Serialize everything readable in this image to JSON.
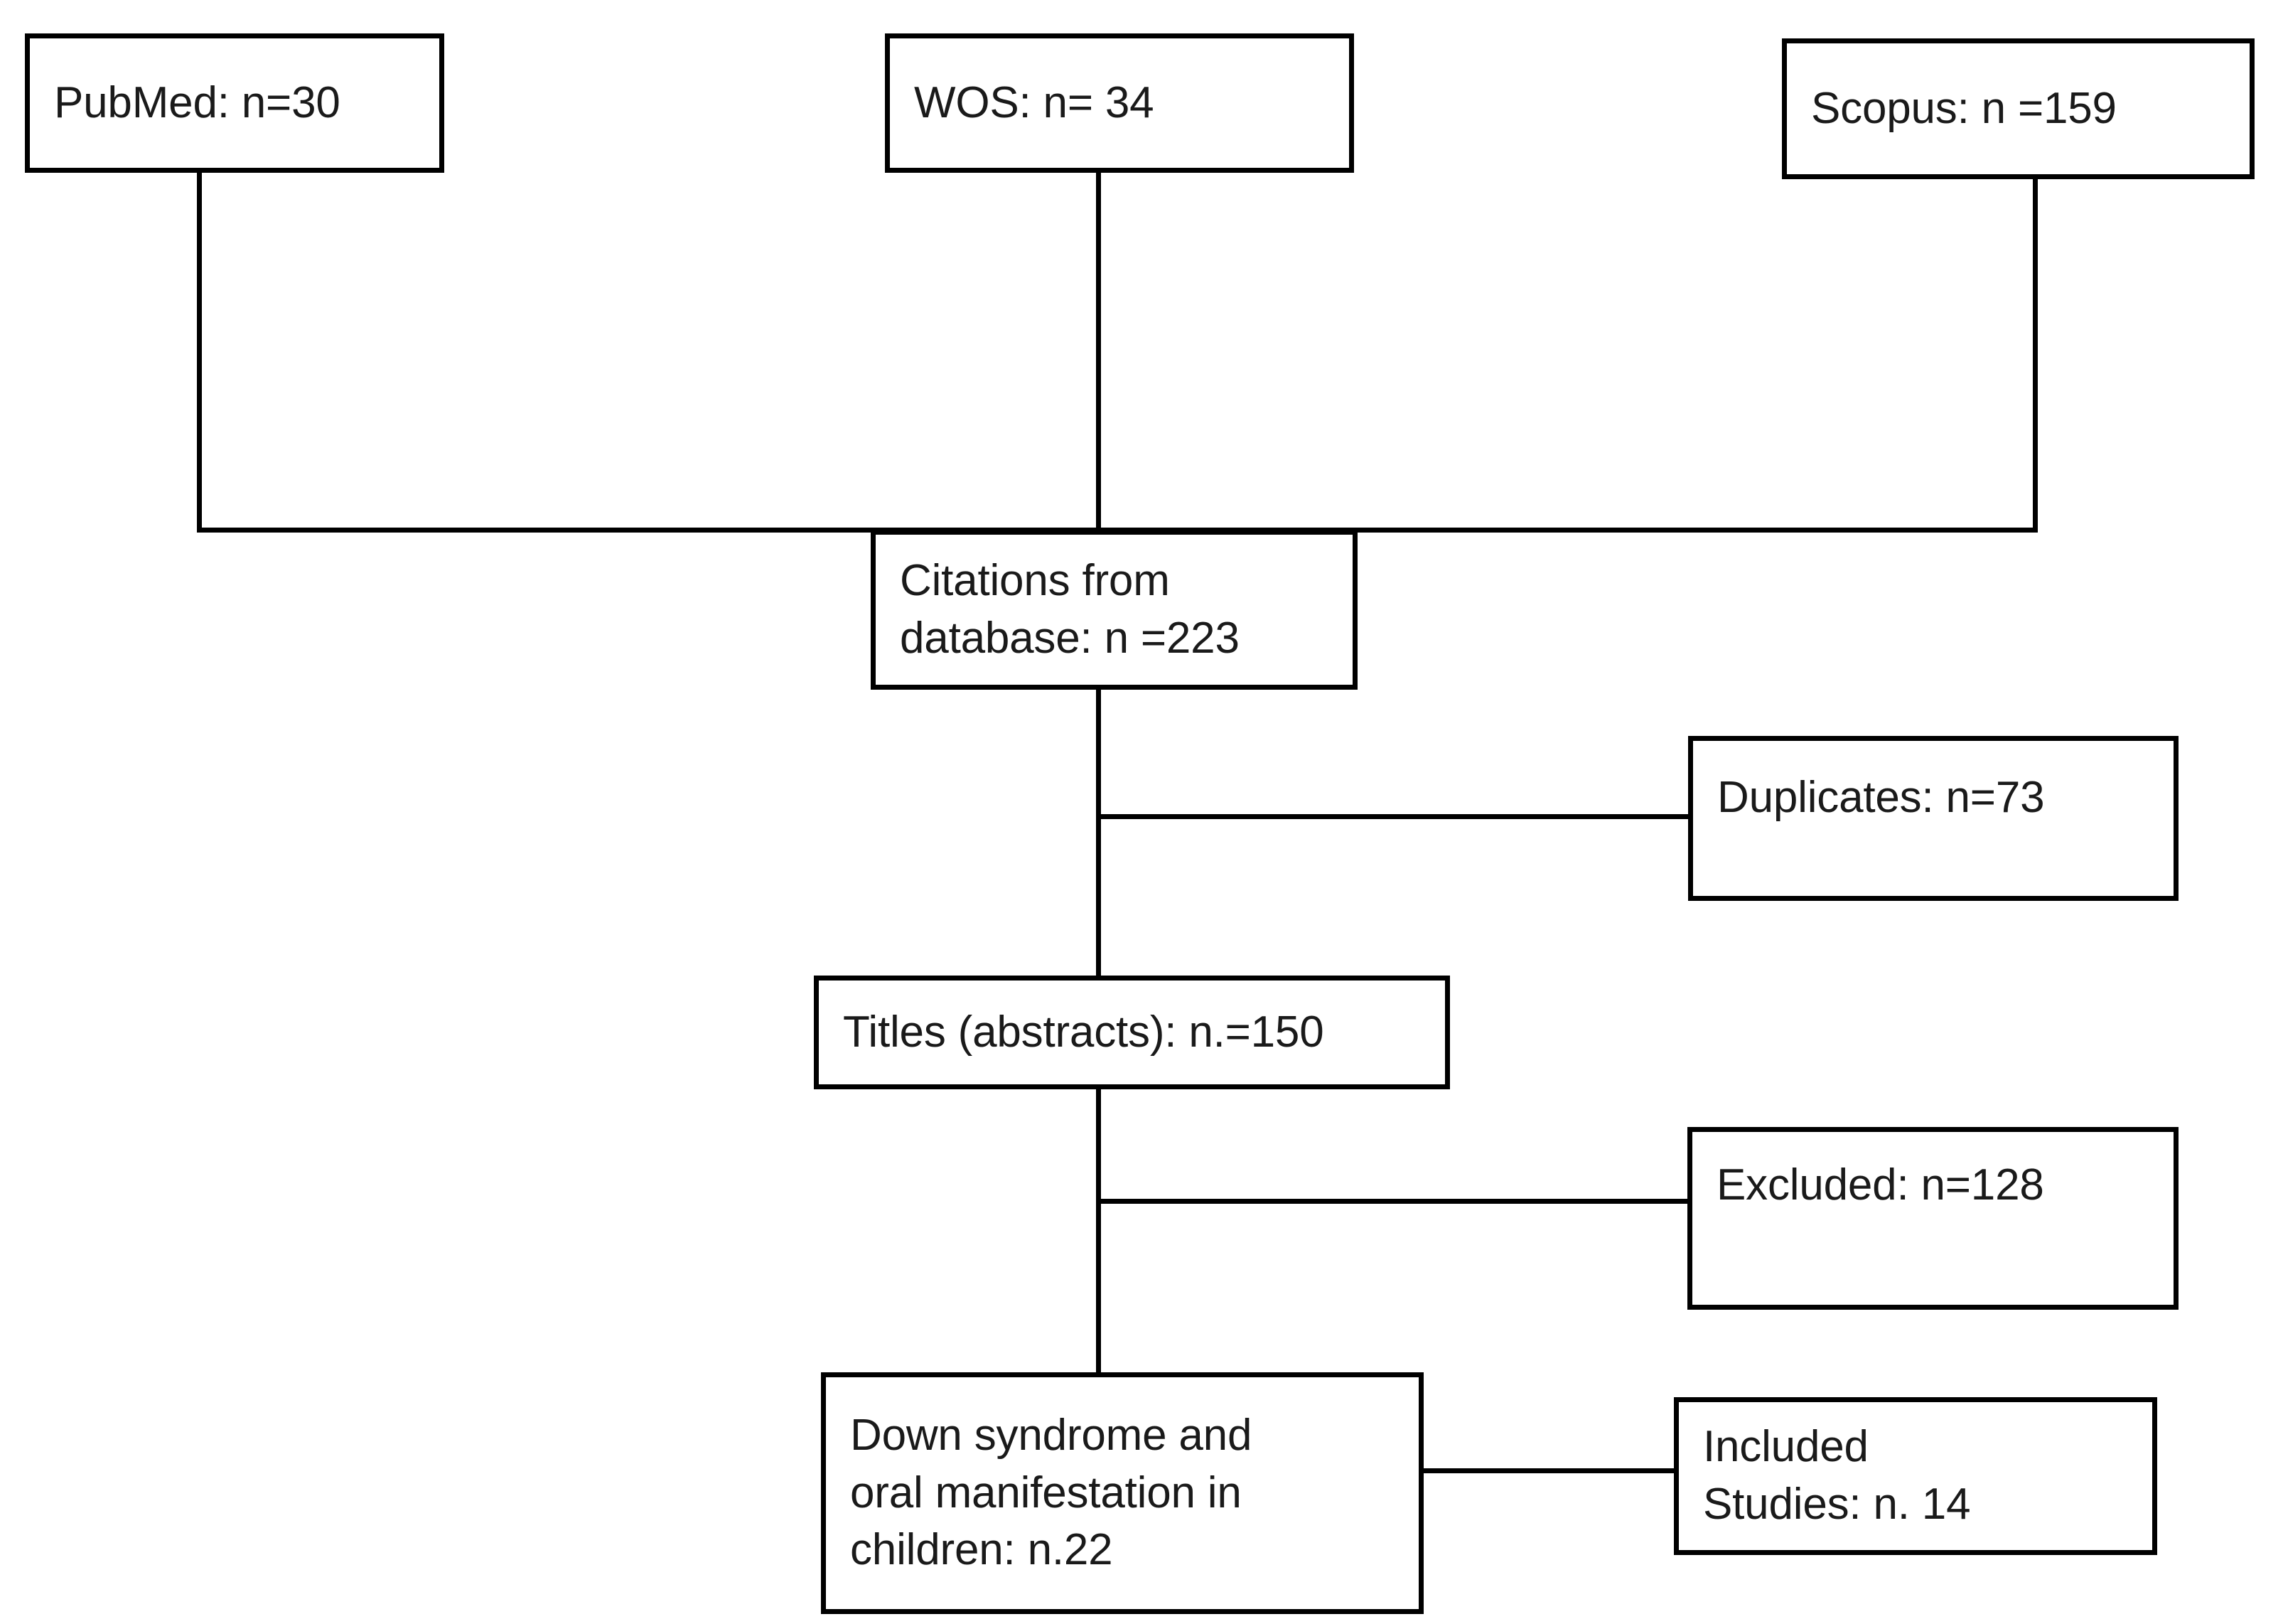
{
  "diagram": {
    "type": "prisma-flow-diagram",
    "title": "",
    "orientation": "top-down",
    "nodes": [
      {
        "id": "pubmed",
        "name": "pubmed-source-box",
        "lines": [
          "PubMed: n=30"
        ],
        "source": "PubMed",
        "count": 30
      },
      {
        "id": "wos",
        "name": "wos-source-box",
        "lines": [
          "WOS: n= 34"
        ],
        "source": "WOS",
        "count": 34
      },
      {
        "id": "scopus",
        "name": "scopus-source-box",
        "lines": [
          "Scopus: n =159"
        ],
        "source": "Scopus",
        "count": 159
      },
      {
        "id": "citations",
        "name": "citations-from-database-box",
        "lines": [
          "Citations from",
          "database: n =223"
        ],
        "count": 223
      },
      {
        "id": "duplicates",
        "name": "duplicates-box",
        "lines": [
          "Duplicates: n=73"
        ],
        "count": 73
      },
      {
        "id": "titles",
        "name": "titles-abstracts-box",
        "lines": [
          "Titles (abstracts): n.=150"
        ],
        "count": 150
      },
      {
        "id": "excluded",
        "name": "excluded-box",
        "lines": [
          "Excluded: n=128"
        ],
        "count": 128
      },
      {
        "id": "downsyndrome",
        "name": "down-syndrome-oral-manifestation-box",
        "lines": [
          "Down syndrome and",
          "oral manifestation in",
          "children: n.22"
        ],
        "count": 22
      },
      {
        "id": "included",
        "name": "included-studies-box",
        "lines": [
          "Included",
          "Studies: n. 14"
        ],
        "count": 14
      }
    ],
    "edges": [
      {
        "from": "pubmed",
        "to": "citations",
        "style": "elbow"
      },
      {
        "from": "wos",
        "to": "citations",
        "style": "straight"
      },
      {
        "from": "scopus",
        "to": "citations",
        "style": "elbow"
      },
      {
        "from": "citations",
        "to": "duplicates",
        "style": "elbow-right"
      },
      {
        "from": "citations",
        "to": "titles",
        "style": "straight"
      },
      {
        "from": "titles",
        "to": "excluded",
        "style": "elbow-right"
      },
      {
        "from": "titles",
        "to": "downsyndrome",
        "style": "straight"
      },
      {
        "from": "downsyndrome",
        "to": "included",
        "style": "straight-right"
      }
    ],
    "colors": {
      "border": "#000000",
      "text": "#1a1a1a",
      "background": "#ffffff"
    }
  }
}
